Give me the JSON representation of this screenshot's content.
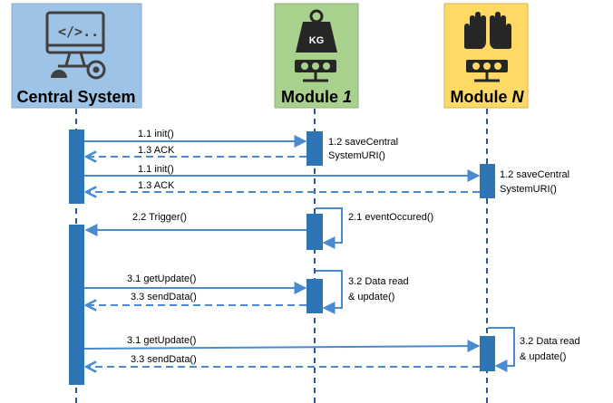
{
  "participants": [
    {
      "id": "central",
      "title": "Central System",
      "title_suffix": "",
      "icon": "computer-code-icon",
      "fill": "#9DC3E6"
    },
    {
      "id": "module1",
      "title": "Module ",
      "title_suffix": "1",
      "icon": "kg-weight-icon",
      "fill": "#A9D18E"
    },
    {
      "id": "moduleN",
      "title": "Module ",
      "title_suffix": "N",
      "icon": "hands-icon",
      "fill": "#FFD966"
    }
  ],
  "icon_text": {
    "weight": "KG",
    "code": "</>..."
  },
  "messages": {
    "m1": "1.1 init()",
    "m2": "1.3 ACK",
    "m3": "1.1 init()",
    "m4": "1.3 ACK",
    "m5": "2.2 Trigger()",
    "m6": "3.1 getUpdate()",
    "m7": "3.3 sendData()",
    "m8": "3.1 getUpdate()",
    "m9": "3.3 sendData()"
  },
  "notes": {
    "n1": [
      "1.2 saveCentral",
      "SystemURI()"
    ],
    "n2": [
      "1.2 saveCentral",
      "SystemURI()"
    ],
    "n3": [
      "2.1 eventOccured()"
    ],
    "n4": [
      "3.2 Data read",
      "& update()"
    ],
    "n5": [
      "3.2 Data read",
      "& update()"
    ]
  },
  "colors": {
    "line": "#4A8AD0",
    "activation": "#2E75B6",
    "lifeline": "#2F5597",
    "icon": "#404040"
  }
}
